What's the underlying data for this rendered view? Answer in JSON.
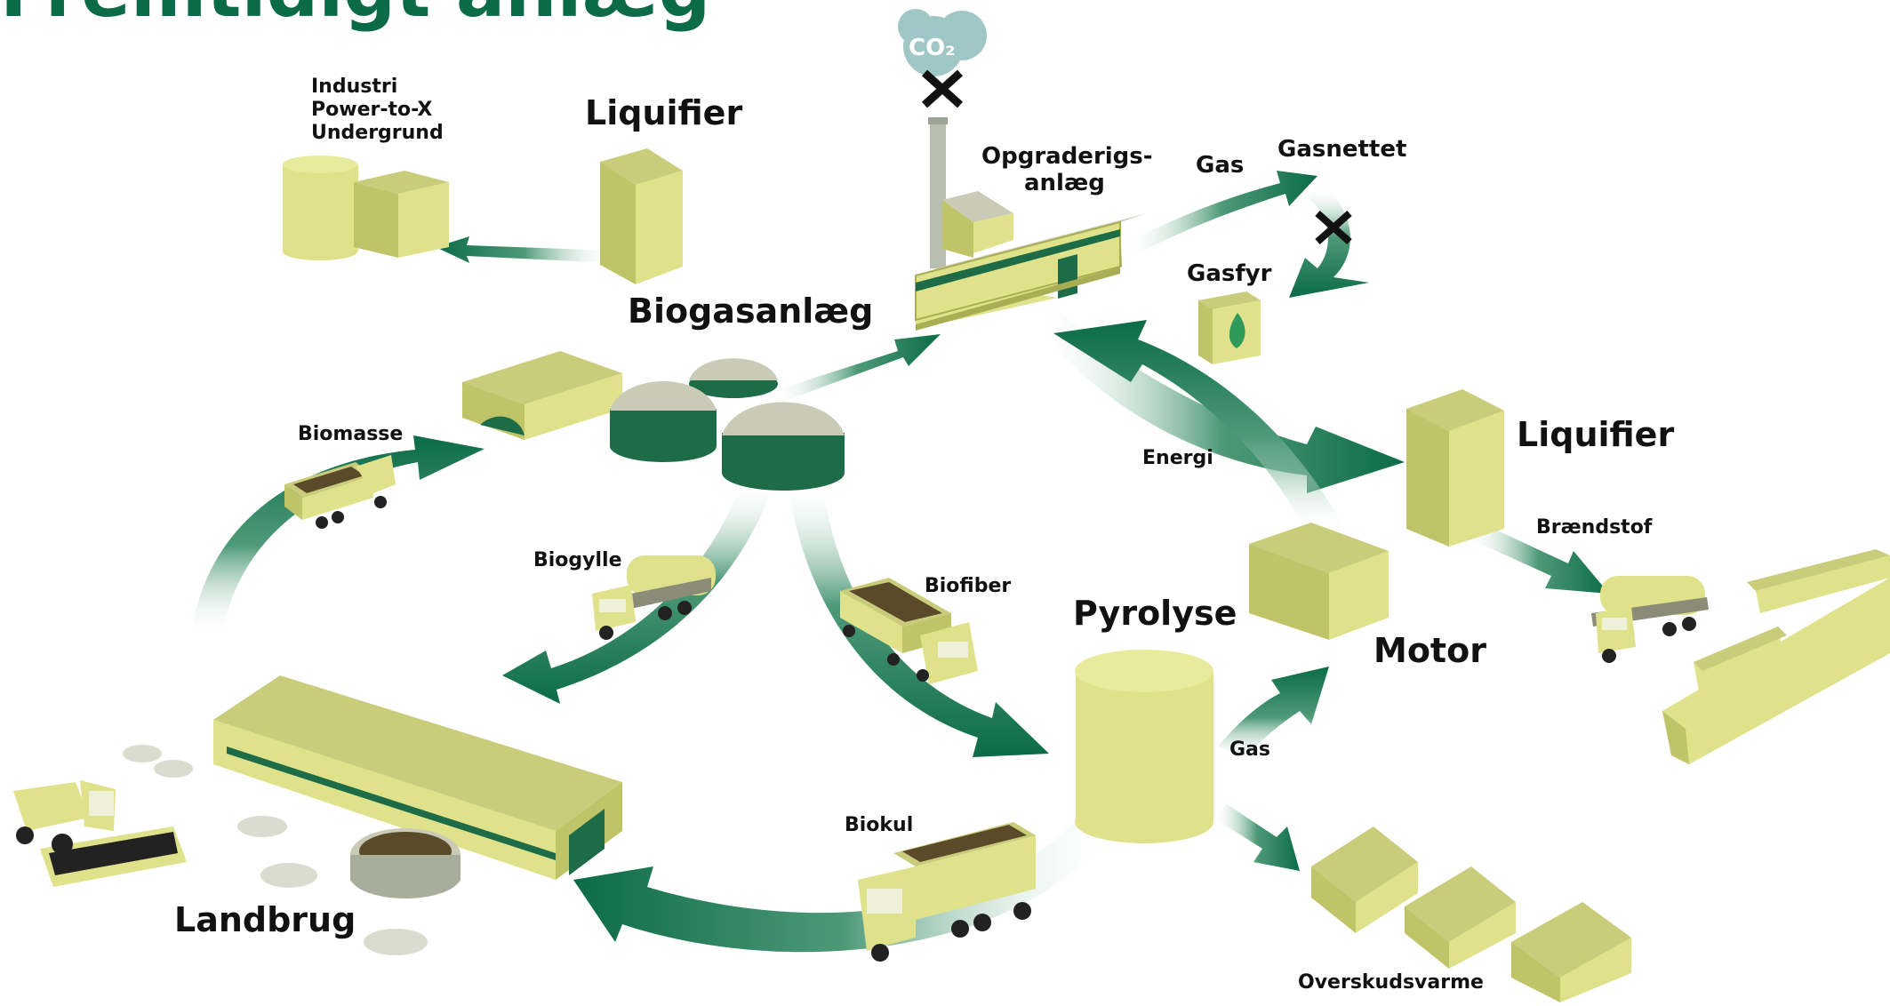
{
  "title": "Fremtidigt anlæg",
  "co2": "CO₂",
  "labels": {
    "industri": [
      "Industri",
      "Power-to-X",
      "Undergrund"
    ],
    "liquifier_top": "Liquifier",
    "liquifier_right": "Liquifier",
    "opgraderings": [
      "Opgraderigs-",
      "anlæg"
    ],
    "gas_top": "Gas",
    "gasnettet": "Gasnettet",
    "gasfyr": "Gasfyr",
    "biogasanlaeg": "Biogasanlæg",
    "biomasse": "Biomasse",
    "energi": "Energi",
    "braendstof": "Brændstof",
    "biogylle": "Biogylle",
    "biofiber": "Biofiber",
    "pyrolyse": "Pyrolyse",
    "motor": "Motor",
    "gas_pyro": "Gas",
    "biokul": "Biokul",
    "landbrug": "Landbrug",
    "overskudsvarme": "Overskudsvarme"
  },
  "colors": {
    "dark_green": "#0b6b48",
    "mid_green": "#1d7a52",
    "light_yellow": "#dfe28a",
    "yellow_side": "#bfc468",
    "yellow_dark": "#a9ae55",
    "roof": "#c9cbb6",
    "co2_cloud": "#9fc7c6",
    "animal": "#d9dccf"
  }
}
